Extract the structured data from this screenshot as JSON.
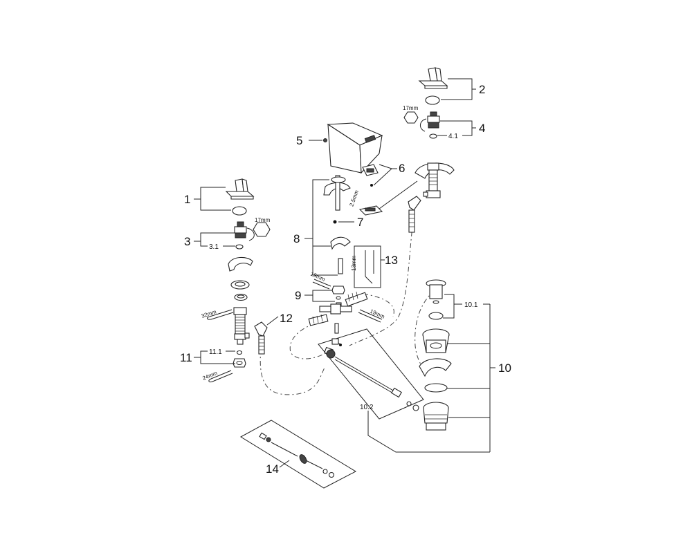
{
  "diagram": {
    "callouts": [
      {
        "id": "c1",
        "label": "1"
      },
      {
        "id": "c2",
        "label": "2"
      },
      {
        "id": "c3",
        "label": "3"
      },
      {
        "id": "c3_1",
        "label": "3.1"
      },
      {
        "id": "c4",
        "label": "4"
      },
      {
        "id": "c4_1",
        "label": "4.1"
      },
      {
        "id": "c5",
        "label": "5"
      },
      {
        "id": "c6",
        "label": "6"
      },
      {
        "id": "c7",
        "label": "7"
      },
      {
        "id": "c8",
        "label": "8"
      },
      {
        "id": "c9",
        "label": "9"
      },
      {
        "id": "c10",
        "label": "10"
      },
      {
        "id": "c10_1",
        "label": "10.1"
      },
      {
        "id": "c10_2",
        "label": "10.2"
      },
      {
        "id": "c11",
        "label": "11"
      },
      {
        "id": "c11_1",
        "label": "11.1"
      },
      {
        "id": "c12",
        "label": "12"
      },
      {
        "id": "c13",
        "label": "13"
      },
      {
        "id": "c14",
        "label": "14"
      }
    ],
    "tool_sizes": {
      "left_cartridge_hex": "17mm",
      "right_cartridge_hex": "17mm",
      "spout_hex_key": "2.5mm",
      "allen_key": "13mm",
      "spout_nut_wrench": "19mm",
      "hose_wrench": "19mm",
      "left_body_wrench": "32mm",
      "left_nut_wrench": "24mm"
    }
  }
}
